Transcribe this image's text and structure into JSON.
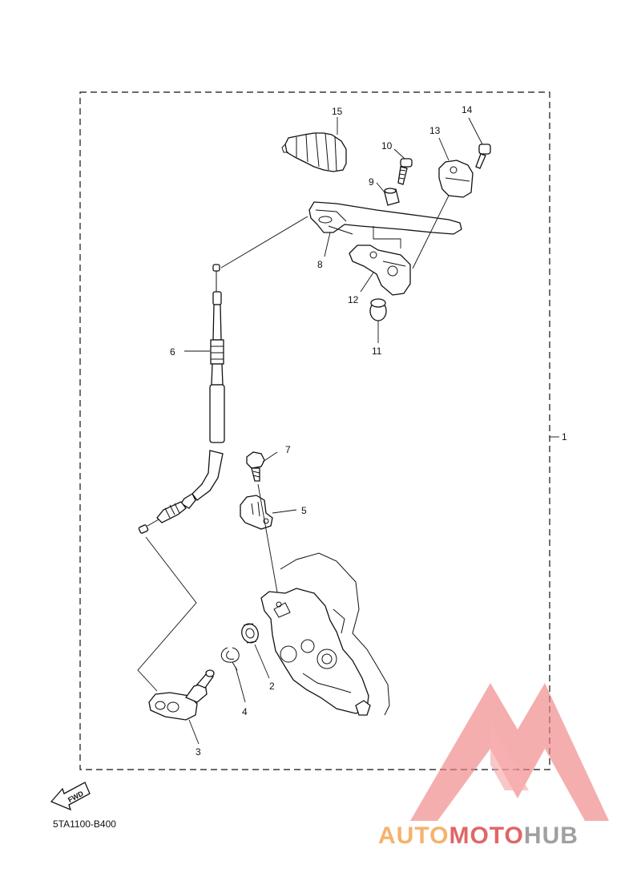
{
  "diagram_code": "5TA1100-B400",
  "fwd_label": "FWD",
  "watermark": {
    "brand_left": "AUTO",
    "brand_mid": "MOTO",
    "brand_right": "HUB",
    "colors": {
      "orange": "#f6b26b",
      "red": "#e06666",
      "grey": "#a0a0a0",
      "logo": "#f08080"
    }
  },
  "callouts": [
    {
      "id": "c1",
      "text": "1"
    },
    {
      "id": "c2",
      "text": "2"
    },
    {
      "id": "c3",
      "text": "3"
    },
    {
      "id": "c4",
      "text": "4"
    },
    {
      "id": "c5",
      "text": "5"
    },
    {
      "id": "c6",
      "text": "6"
    },
    {
      "id": "c7",
      "text": "7"
    },
    {
      "id": "c8",
      "text": "8"
    },
    {
      "id": "c9",
      "text": "9"
    },
    {
      "id": "c10",
      "text": "10"
    },
    {
      "id": "c11",
      "text": "11"
    },
    {
      "id": "c12",
      "text": "12"
    },
    {
      "id": "c13",
      "text": "13"
    },
    {
      "id": "c14",
      "text": "14"
    },
    {
      "id": "c15",
      "text": "15"
    }
  ]
}
